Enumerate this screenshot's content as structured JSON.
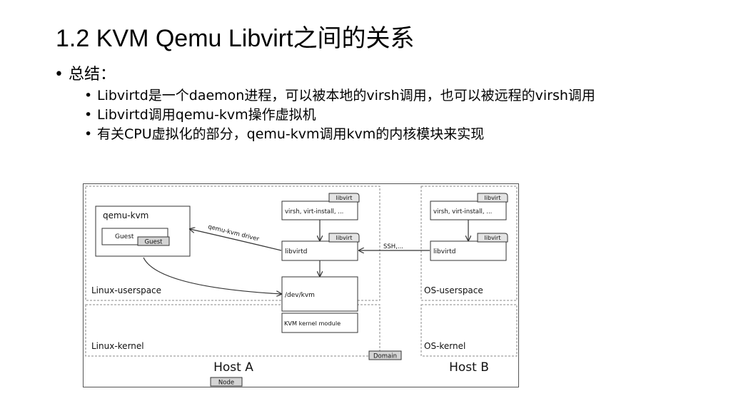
{
  "slide": {
    "title": "1.2 KVM Qemu Libvirt之间的关系",
    "summary_label": "总结：",
    "points": [
      "Libvirtd是一个daemon进程，可以被本地的virsh调用，也可以被远程的virsh调用",
      "Libvirtd调用qemu-kvm操作虚拟机",
      "有关CPU虚拟化的部分，qemu-kvm调用kvm的内核模块来实现"
    ]
  },
  "diagram": {
    "host_a": {
      "name": "Host A",
      "tag": "Node",
      "userspace_label": "Linux-userspace",
      "kernel_label": "Linux-kernel",
      "domain_tag": "Domain",
      "qemu_label": "qemu-kvm",
      "guest_label": "Guest",
      "guest_tag": "Guest",
      "virsh_label": "virsh, virt-install, ...",
      "virsh_tag": "libvirt",
      "libvirtd_label": "libvirtd",
      "libvirtd_tag": "libvirt",
      "devkvm_label": "/dev/kvm",
      "kvm_module_label": "KVM kernel module",
      "driver_label": "qemu-kvm driver"
    },
    "host_b": {
      "name": "Host B",
      "userspace_label": "OS-userspace",
      "kernel_label": "OS-kernel",
      "virsh_label": "virsh, virt-install, ...",
      "virsh_tag": "libvirt",
      "libvirtd_label": "libvirtd",
      "libvirtd_tag": "libvirt"
    },
    "ssh_label": "SSH,..."
  }
}
